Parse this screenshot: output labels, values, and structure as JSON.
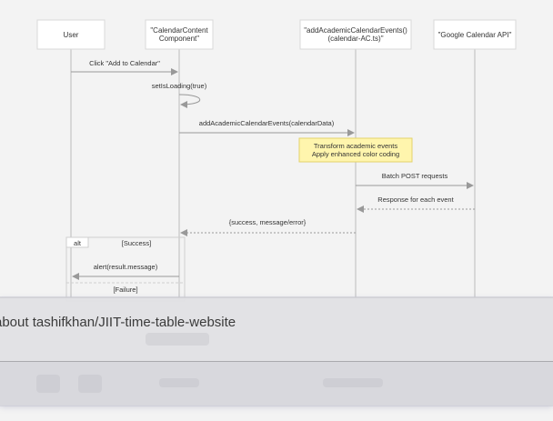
{
  "participants": [
    {
      "id": "user",
      "label": [
        "User"
      ]
    },
    {
      "id": "ccc",
      "label": [
        "\"CalendarContent",
        "Component\""
      ]
    },
    {
      "id": "ac",
      "label": [
        "\"addAcademicCalendarEvents()",
        "(calendar-AC.ts)\""
      ]
    },
    {
      "id": "gapi",
      "label": [
        "\"Google Calendar API\""
      ]
    }
  ],
  "messages": [
    {
      "from": "user",
      "to": "ccc",
      "text": "Click \"Add to Calendar\"",
      "style": "solid"
    },
    {
      "from": "ccc",
      "to": "ccc",
      "text": "setIsLoading(true)",
      "style": "self"
    },
    {
      "from": "ccc",
      "to": "ac",
      "text": "addAcademicCalendarEvents(calendarData)",
      "style": "solid"
    },
    {
      "from": "ac",
      "to": "gapi",
      "text": "Batch POST requests",
      "style": "solid"
    },
    {
      "from": "gapi",
      "to": "ac",
      "text": "Response for each event",
      "style": "dashed"
    },
    {
      "from": "ac",
      "to": "ccc",
      "text": "{success, message/error}",
      "style": "dashed"
    },
    {
      "from": "ccc",
      "to": "user",
      "text": "alert(result.message)",
      "style": "solid"
    }
  ],
  "note": {
    "over": "ac",
    "lines": [
      "Transform academic events",
      "Apply enhanced color coding"
    ]
  },
  "alt_frame": {
    "tag": "alt",
    "success_label": "[Success]",
    "failure_label": "[Failure]"
  },
  "overlay": {
    "title": "about tashifkhan/JIIT-time-table-website"
  },
  "colors": {
    "background": "#f3f3f3",
    "line": "#999999",
    "note_fill": "#fff5ad",
    "note_border": "#e3d26b"
  }
}
